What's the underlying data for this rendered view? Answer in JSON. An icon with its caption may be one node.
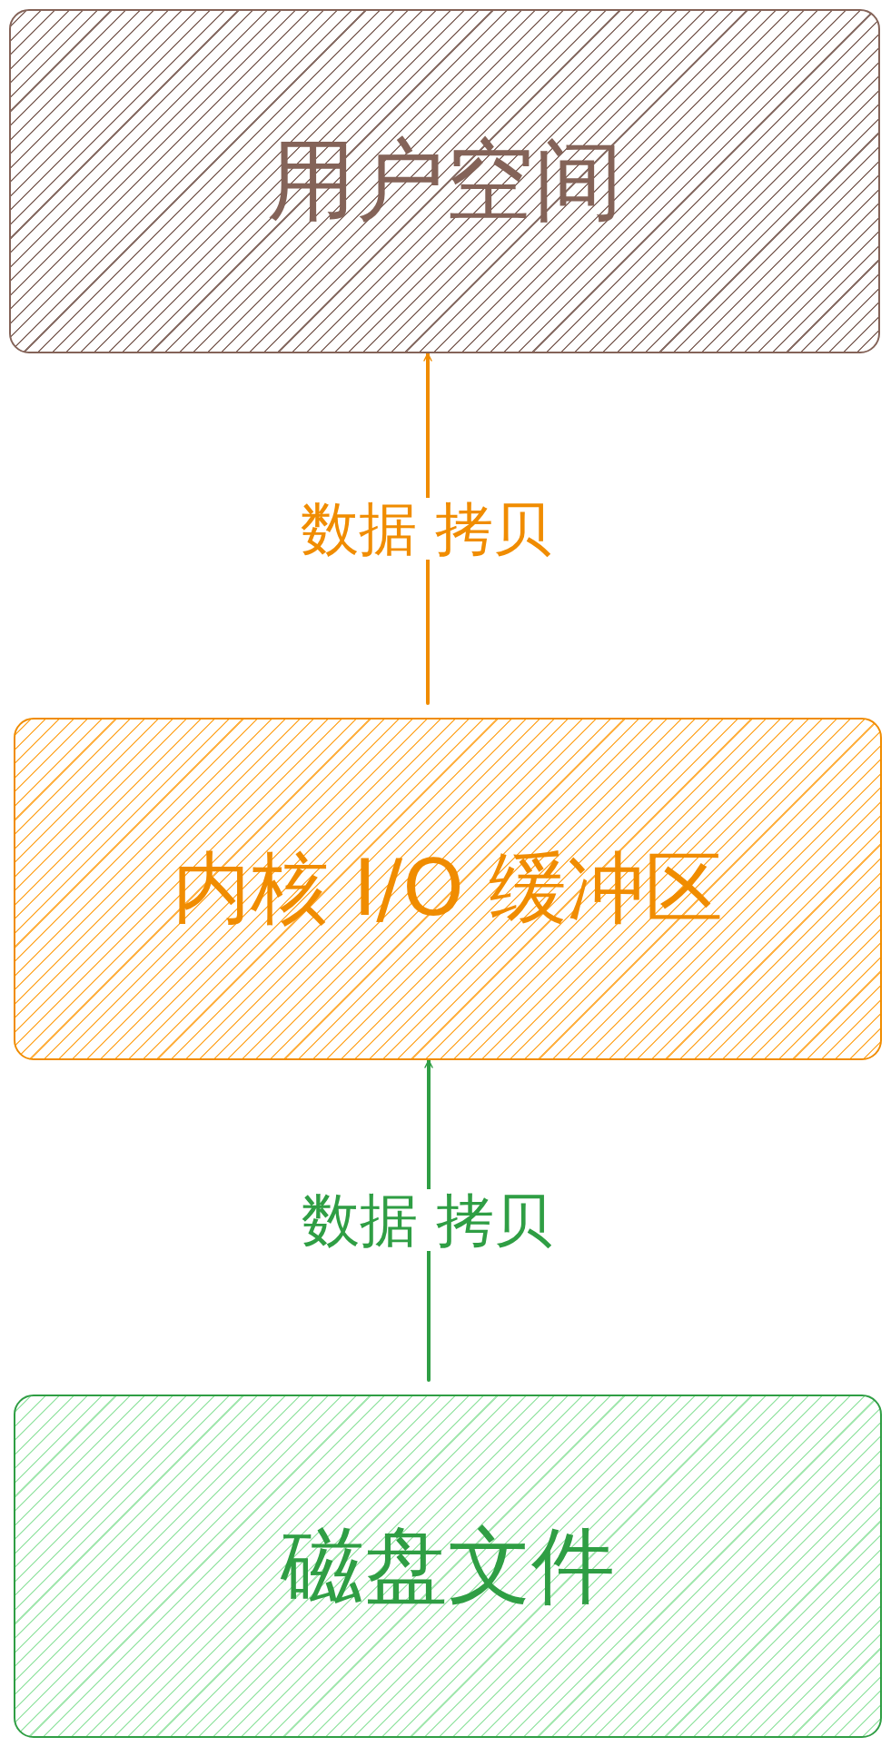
{
  "diagram": {
    "nodes": [
      {
        "text": [
          "用户空间"
        ]
      },
      {
        "text": [
          "内核 I/O 缓冲区"
        ]
      },
      {
        "text": [
          "磁盘文件"
        ]
      }
    ],
    "edges": [
      {
        "from": 1,
        "to": 0,
        "arrow": "to",
        "label": "数据 拷贝",
        "color": "#f08c00"
      },
      {
        "from": 2,
        "to": 1,
        "arrow": "to",
        "label": "数据 拷贝",
        "color": "#2f9e44"
      }
    ]
  }
}
